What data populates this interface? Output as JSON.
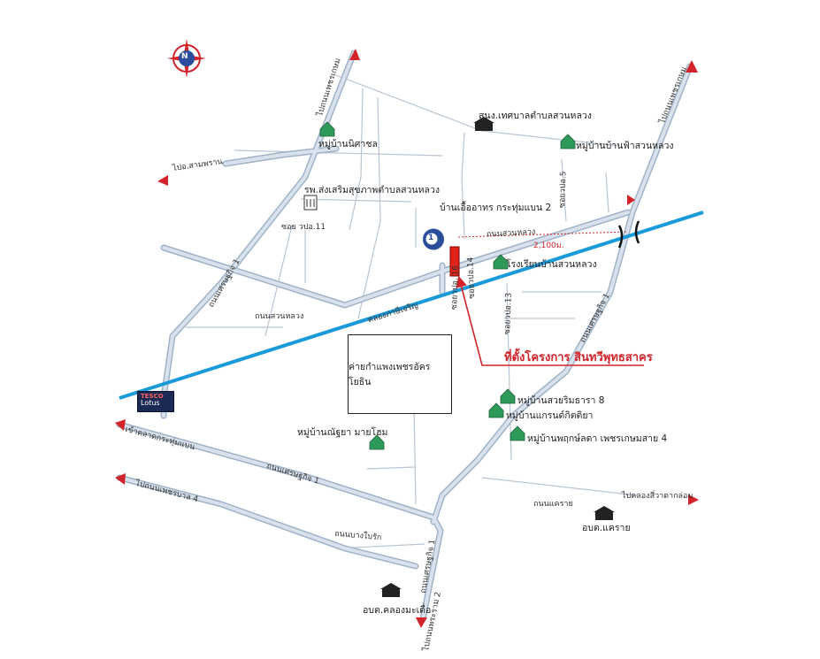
{
  "compass": {
    "letter": "N"
  },
  "site_label": "ที่ตั้งโครงการ สินทวีพุทธสาคร",
  "distance_label": "2,100ม.",
  "camp_label": "ค่ายกำแพงเพชรอัครโยธิน",
  "tesco": {
    "line1": "TESCO",
    "line2": "Lotus"
  },
  "marker_number": "1",
  "labels": {
    "to_tai_phetkasem": "ไปถนนเพชรเกษม",
    "to_sam_phran": "ไปอ.สามพราน",
    "nisachon": "หมู่บ้านนิศาชล",
    "health_center": "รพ.ส่งเสริมสุขภาพตำบลสวนหลวง",
    "soi_12": "ซอย วปอ.11",
    "suan_luang_muni": "สนง.เทศบาลตำบลสวนหลวง",
    "fah_suan_luang": "หมู่บ้านบ้านฟ้าสวนหลวง",
    "ban_ua_athorn": "บ้านเอื้ออาทร กระทุ่มแบน 2",
    "road_suan_luang_right": "ถนนสวนหลวง",
    "road_suan_luang_left": "ถนนสวนหลวง",
    "school": "โรงเรียนบ้านสวนหลวง",
    "canal": "คลองภาษีเจริญ",
    "setthakit_1_left": "ถนนเศรษฐกิจ 1",
    "setthakit_1_bottom": "ถนนเศรษฐกิจ 1",
    "setthakit_1_right": "ถนนเศรษฐกิจ 1",
    "setthakit_1_south": "ถนนเศรษฐกิจ 1",
    "to_phetkasem_right": "ไปถนนเพชรเกษม",
    "to_khlong_krathum": "เข้าตลาดกระทุ่มแบน",
    "to_thai_soi4": "ไปถนนเพชรบาล 4",
    "suay_rimthara": "หมู่บ้านสวยริมธารา 8",
    "grand_kitiya": "หมู่บ้านแกรนด์กิตติยา",
    "phruksa": "หมู่บ้านพฤกษ์ลดา เพชรเกษมสาย 4",
    "nunya": "หมู่บ้านณัฐยา มายโฮม",
    "road_khlong_krathum": "ถนนแคราย",
    "to_khlong_si_wa": "ไปคลองสี่วาตากล่อม",
    "obt_krai": "อบต.แคราย",
    "road_bang_krachao": "ถนนบางใบรัก",
    "to_phraram_2": "ไปถนนพระราม 2",
    "obt_khlong_madua": "อบต.คลองมะเดื่อ",
    "soi_vertical_1": "ซอยวปอ. 16",
    "soi_vertical_2": "ซอยวปอ.14",
    "soi_vertical_3": "ซอยวปอ.13",
    "soi_vertical_4": "ซอยวปอ.5"
  },
  "colors": {
    "canal": "#1a9ad8",
    "road": "#c7d4e2",
    "road_edge": "#9fb3c8",
    "arrow": "#d2232a",
    "site": "#e2231a",
    "marker": "#2a4d9c"
  }
}
